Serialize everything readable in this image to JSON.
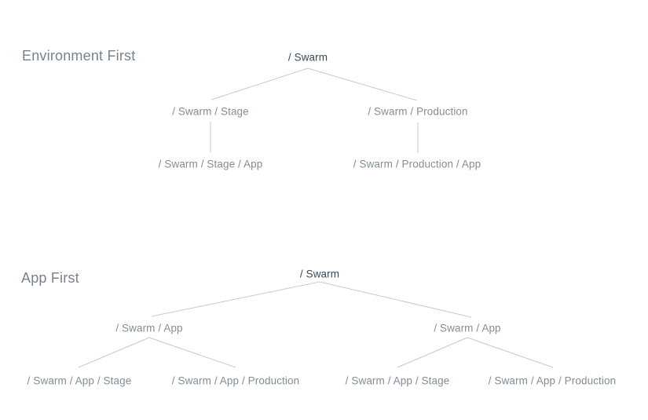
{
  "colors": {
    "root_text": "#3a4a5a",
    "node_text": "#838d96",
    "title_text": "#76838f",
    "edge": "#c9c9c9",
    "background": "#ffffff"
  },
  "sections": [
    {
      "title": "Environment First",
      "nodes": [
        {
          "label": "/ Swarm"
        },
        {
          "label": "/ Swarm / Stage"
        },
        {
          "label": "/ Swarm / Production"
        },
        {
          "label": "/ Swarm / Stage / App"
        },
        {
          "label": "/ Swarm / Production / App"
        }
      ]
    },
    {
      "title": "App First",
      "nodes": [
        {
          "label": "/ Swarm"
        },
        {
          "label": "/ Swarm / App"
        },
        {
          "label": "/ Swarm / App"
        },
        {
          "label": "/ Swarm / App / Stage"
        },
        {
          "label": "/ Swarm / App / Production"
        },
        {
          "label": "/ Swarm / App / Stage"
        },
        {
          "label": "/ Swarm / App / Production"
        }
      ]
    }
  ]
}
